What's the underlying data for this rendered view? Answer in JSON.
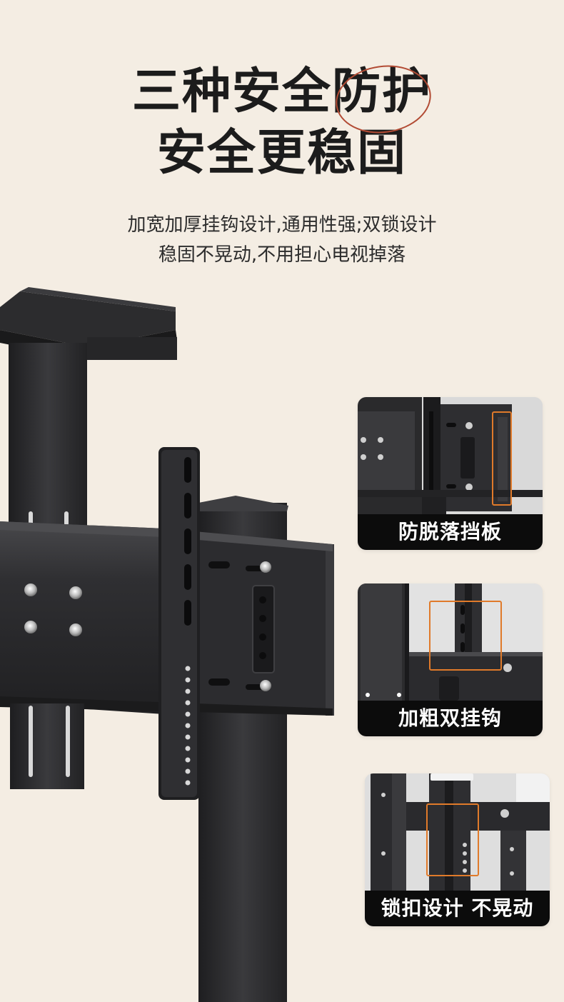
{
  "headline": {
    "line1": "三种安全防护",
    "line2": "安全更稳固"
  },
  "description": {
    "line1": "加宽加厚挂钩设计,通用性强;双锁设计",
    "line2": "稳固不晃动,不用担心电视掉落"
  },
  "features": [
    {
      "label": "防脱落挡板",
      "icon": "anti-drop-baffle-photo"
    },
    {
      "label": "加粗双挂钩",
      "icon": "thick-double-hook-photo"
    },
    {
      "label": "锁扣设计 不晃动",
      "icon": "lock-buckle-photo"
    }
  ],
  "colors": {
    "background": "#f4ede3",
    "text": "#1c1c1c",
    "accent_circle": "#b24b34",
    "highlight": "#e07a2a",
    "label_bar": "#0c0c0c",
    "metal": "#2b2b2d"
  }
}
